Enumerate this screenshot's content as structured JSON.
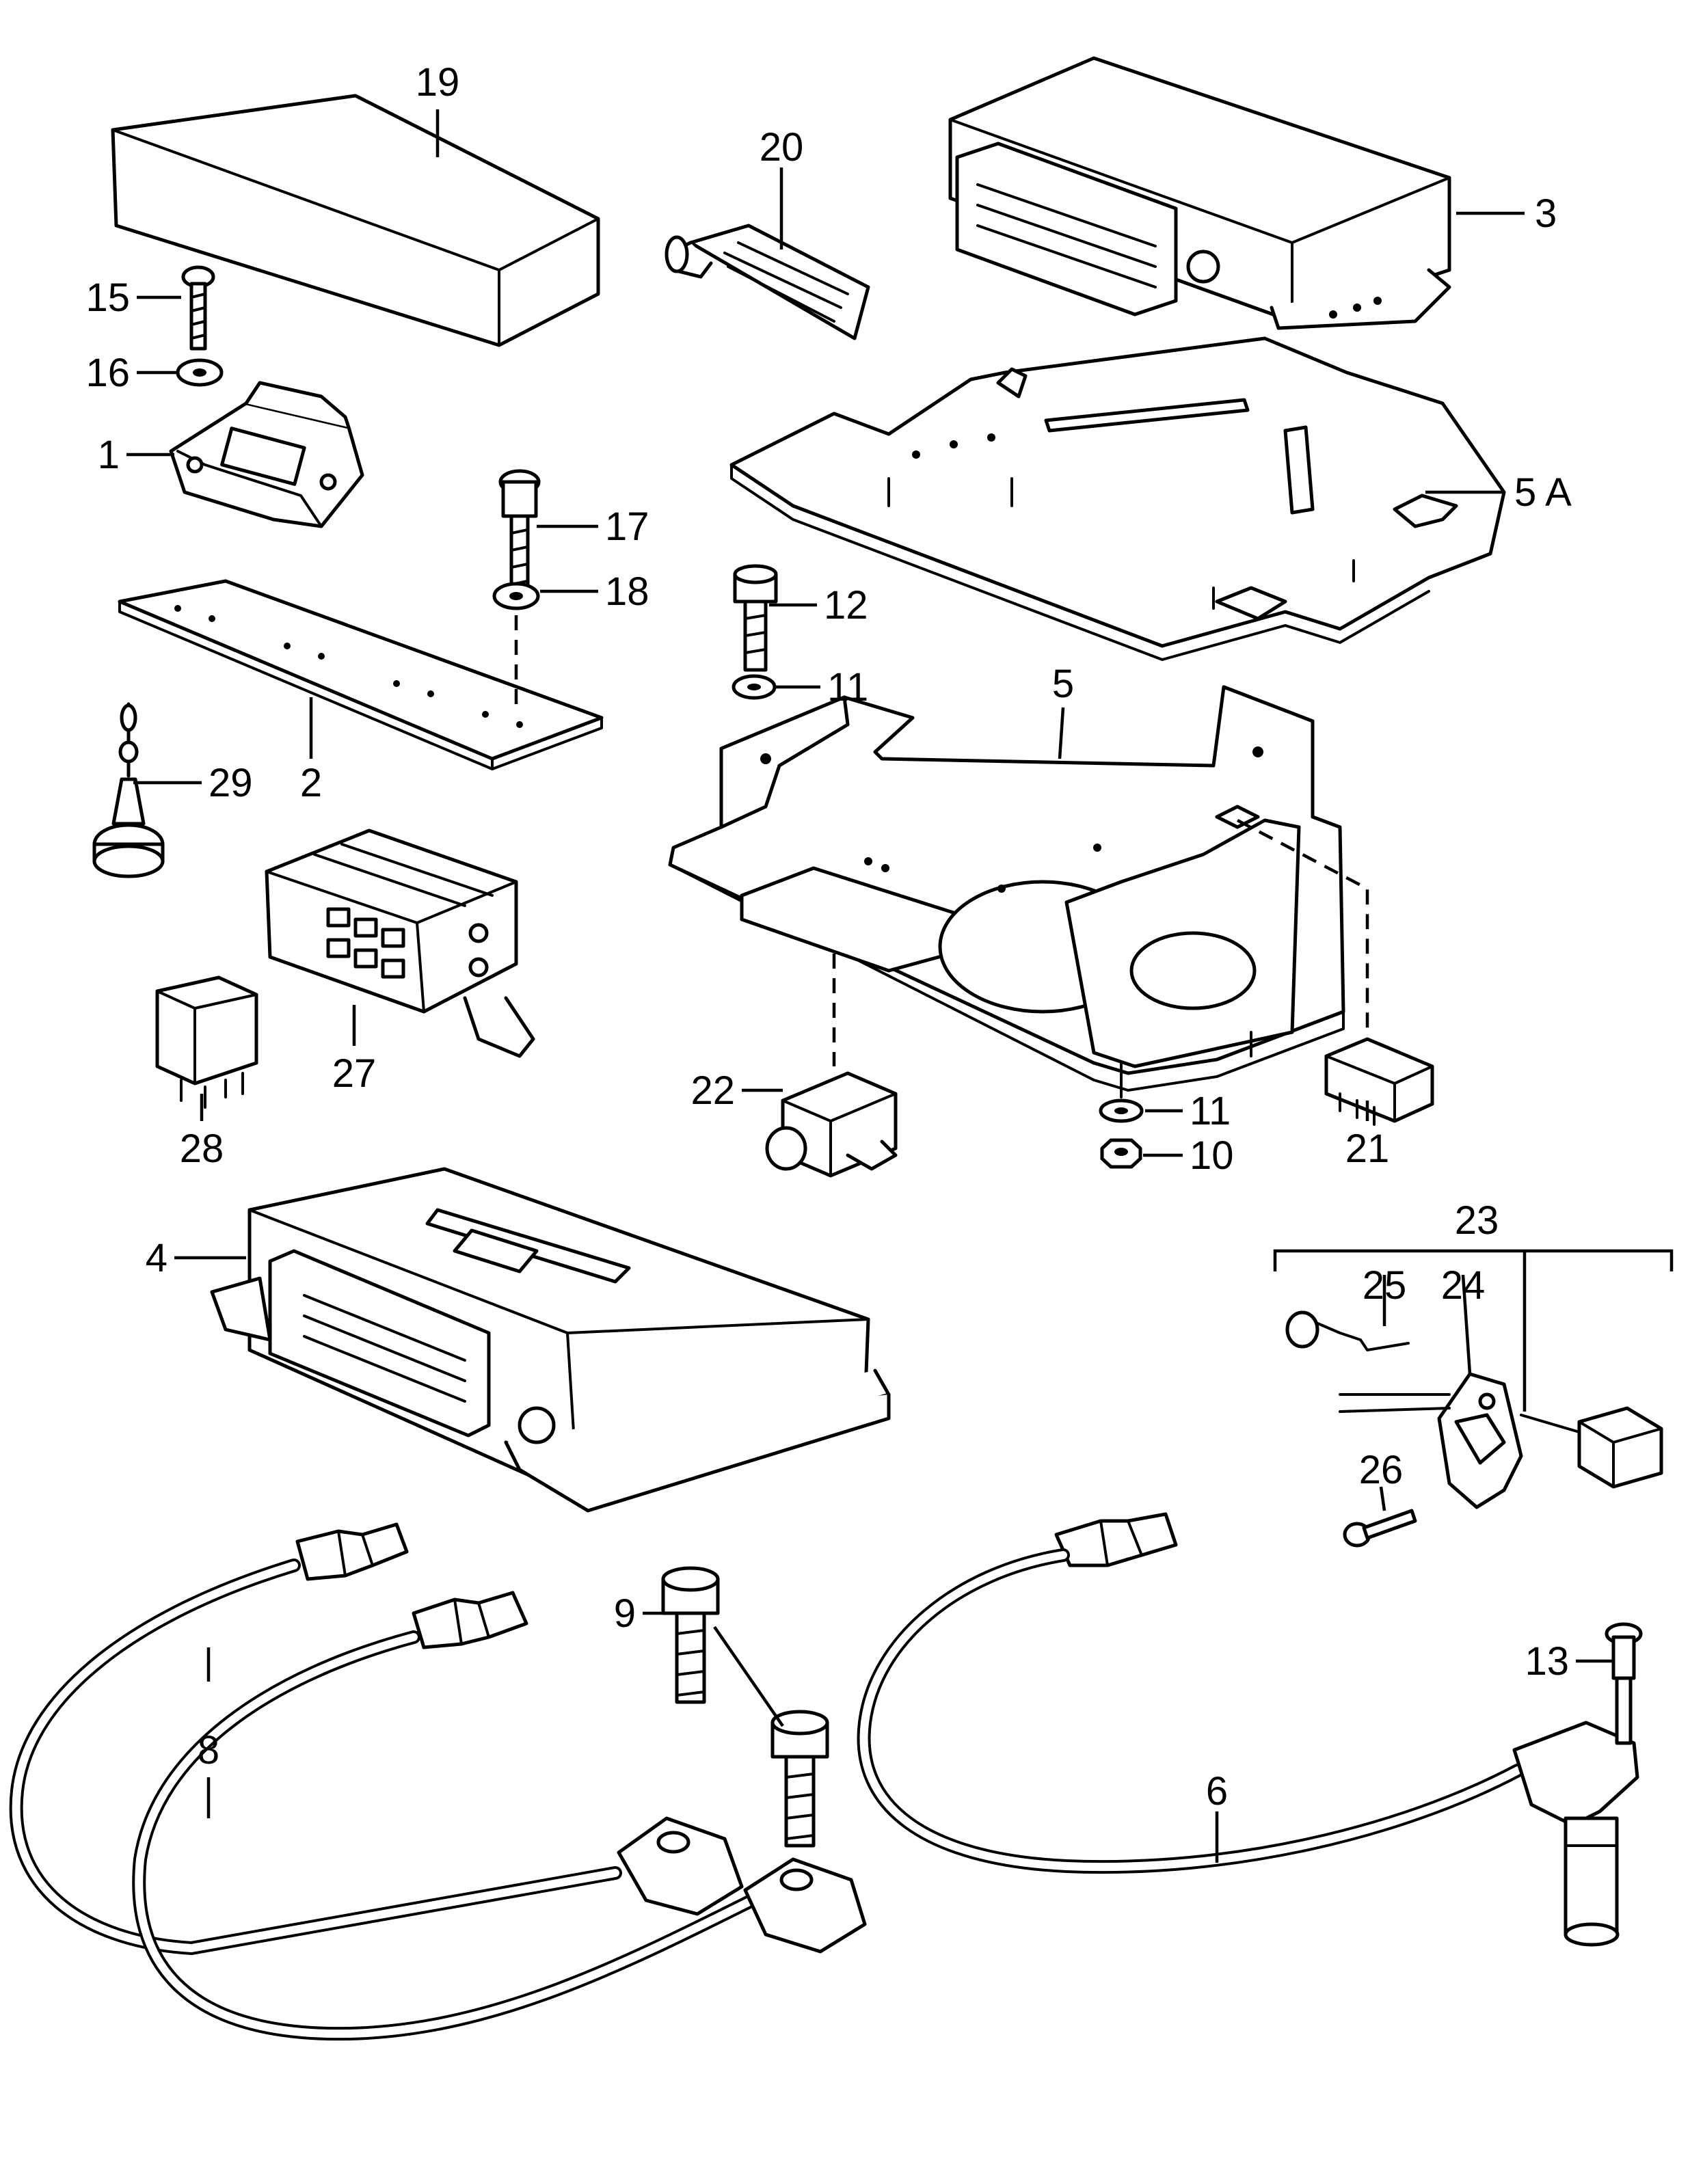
{
  "labels": {
    "l1": "1",
    "l2": "2",
    "l3": "3",
    "l4": "4",
    "l5": "5",
    "l5a": "5 A",
    "l6": "6",
    "l8": "8",
    "l9": "9",
    "l10": "10",
    "l11a": "11",
    "l11b": "11",
    "l12": "12",
    "l13": "13",
    "l15": "15",
    "l16": "16",
    "l17": "17",
    "l18": "18",
    "l19": "19",
    "l20": "20",
    "l21": "21",
    "l22": "22",
    "l23": "23",
    "l24": "24",
    "l25": "25",
    "l26": "26",
    "l27": "27",
    "l28": "28",
    "l29": "29"
  }
}
